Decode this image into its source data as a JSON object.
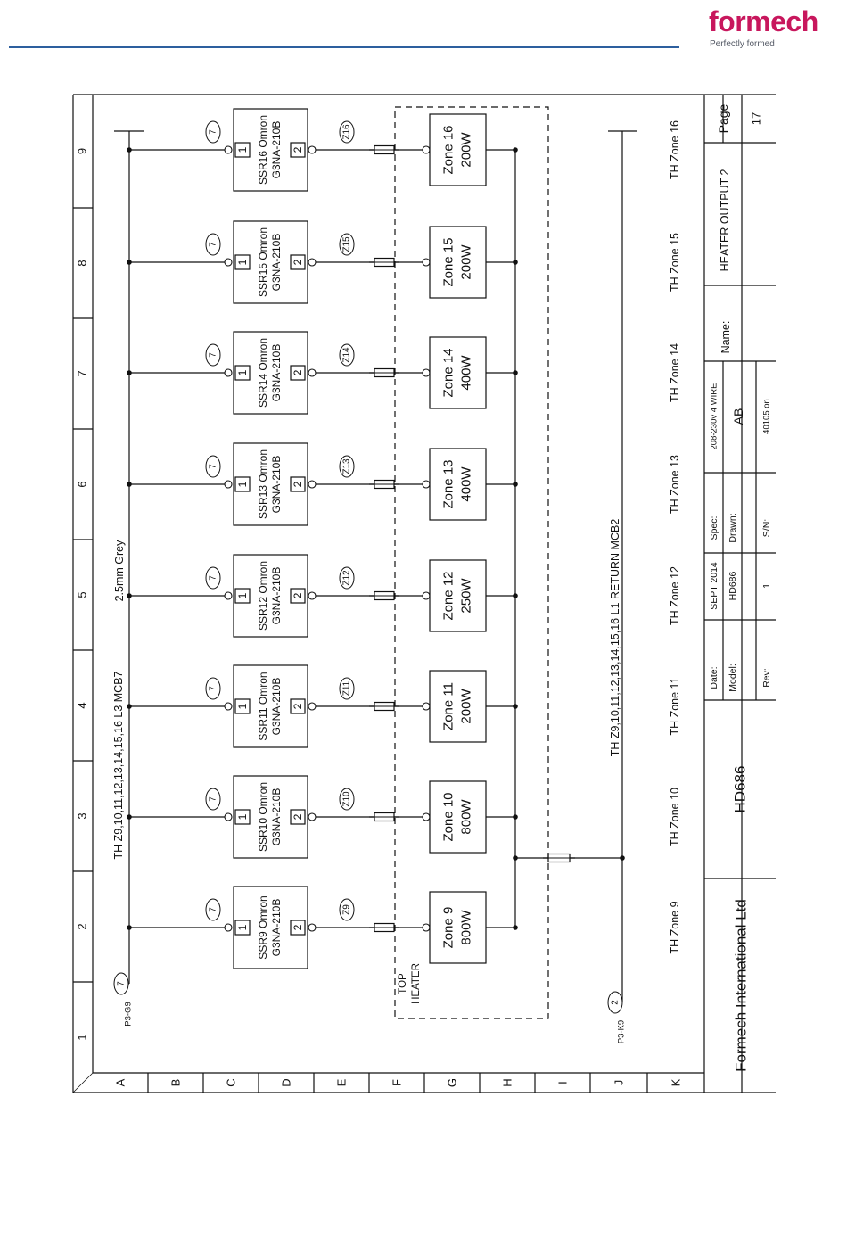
{
  "brand": {
    "name": "formech",
    "tagline": "Perfectly formed",
    "color": "#c8175d",
    "rule_color": "#2d5f9e"
  },
  "grid": {
    "numbers": [
      "1",
      "2",
      "3",
      "4",
      "5",
      "6",
      "7",
      "8",
      "9"
    ],
    "letters": [
      "A",
      "B",
      "C",
      "D",
      "E",
      "F",
      "G",
      "H",
      "I",
      "J",
      "K"
    ]
  },
  "wiring": {
    "supply_label": "TH Z9,10,11,12,13,14,15,16 L3 MCB7",
    "wire_label": "2.5mm Grey",
    "return_label": "TH Z9,10,11,12,13,14,15,16 L1 RETURN MCB2",
    "supply_ref": "P3-G9",
    "supply_wire": "7",
    "return_ref": "P3-K9",
    "return_wire": "2",
    "heater_group": "TOP HEATER"
  },
  "channels": [
    {
      "ssr": "SSR9 Omron",
      "model": "G3NA-210B",
      "wire": "Z9",
      "zone": "Zone 9",
      "power": "800W",
      "th": "TH Zone 9",
      "in_wire": "7",
      "t1": "1",
      "t2": "2"
    },
    {
      "ssr": "SSR10 Omron",
      "model": "G3NA-210B",
      "wire": "Z10",
      "zone": "Zone 10",
      "power": "800W",
      "th": "TH Zone 10",
      "in_wire": "7",
      "t1": "1",
      "t2": "2"
    },
    {
      "ssr": "SSR11 Omron",
      "model": "G3NA-210B",
      "wire": "Z11",
      "zone": "Zone 11",
      "power": "200W",
      "th": "TH Zone 11",
      "in_wire": "7",
      "t1": "1",
      "t2": "2"
    },
    {
      "ssr": "SSR12 Omron",
      "model": "G3NA-210B",
      "wire": "Z12",
      "zone": "Zone 12",
      "power": "250W",
      "th": "TH Zone 12",
      "in_wire": "7",
      "t1": "1",
      "t2": "2"
    },
    {
      "ssr": "SSR13 Omron",
      "model": "G3NA-210B",
      "wire": "Z13",
      "zone": "Zone 13",
      "power": "400W",
      "th": "TH Zone 13",
      "in_wire": "7",
      "t1": "1",
      "t2": "2"
    },
    {
      "ssr": "SSR14 Omron",
      "model": "G3NA-210B",
      "wire": "Z14",
      "zone": "Zone 14",
      "power": "400W",
      "th": "TH Zone 14",
      "in_wire": "7",
      "t1": "1",
      "t2": "2"
    },
    {
      "ssr": "SSR15 Omron",
      "model": "G3NA-210B",
      "wire": "Z15",
      "zone": "Zone 15",
      "power": "200W",
      "th": "TH Zone 15",
      "in_wire": "7",
      "t1": "1",
      "t2": "2"
    },
    {
      "ssr": "SSR16 Omron",
      "model": "G3NA-210B",
      "wire": "Z16",
      "zone": "Zone 16",
      "power": "200W",
      "th": "TH Zone 16",
      "in_wire": "7",
      "t1": "1",
      "t2": "2"
    }
  ],
  "title_block": {
    "company": "Formech International Ltd",
    "model_big": "HD686",
    "date_label": "Date:",
    "date": "SEPT 2014",
    "model_label": "Model:",
    "model": "HD686",
    "rev_label": "Rev:",
    "rev": "1",
    "spec_label": "Spec:",
    "spec": "208-230v 4 WIRE",
    "drawn_label": "Drawn:",
    "drawn": "AB",
    "sn_label": "S/N:",
    "sn": "40105 on",
    "name_label": "Name:",
    "name": "HEATER OUTPUT 2",
    "page_label": "Page",
    "page": "17"
  }
}
